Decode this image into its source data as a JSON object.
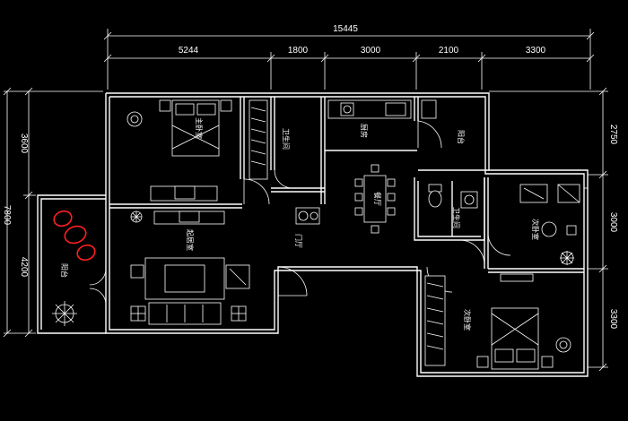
{
  "dimensions": {
    "total_width": "15445",
    "segments_top": [
      "5244",
      "1800",
      "3000",
      "2100",
      "3300"
    ],
    "left_upper": "3600",
    "left_total": "7800",
    "left_lower": "4200",
    "right_top": "2750",
    "right_middle": "3000",
    "right_bottom": "3300"
  },
  "rooms": {
    "master_bedroom": "主卧室",
    "bathroom_main": "卫生间",
    "kitchen": "厨房",
    "balcony_right": "阳台",
    "dining_room": "餐厅",
    "living_room": "起居室",
    "foyer": "门厅",
    "balcony_left": "阳台",
    "bathroom_small": "卫生间",
    "second_bedroom_upper": "次卧室",
    "second_bedroom_lower": "次卧室"
  },
  "colors": {
    "background": "#000000",
    "lines": "#ffffff",
    "highlight": "#ff2020"
  }
}
